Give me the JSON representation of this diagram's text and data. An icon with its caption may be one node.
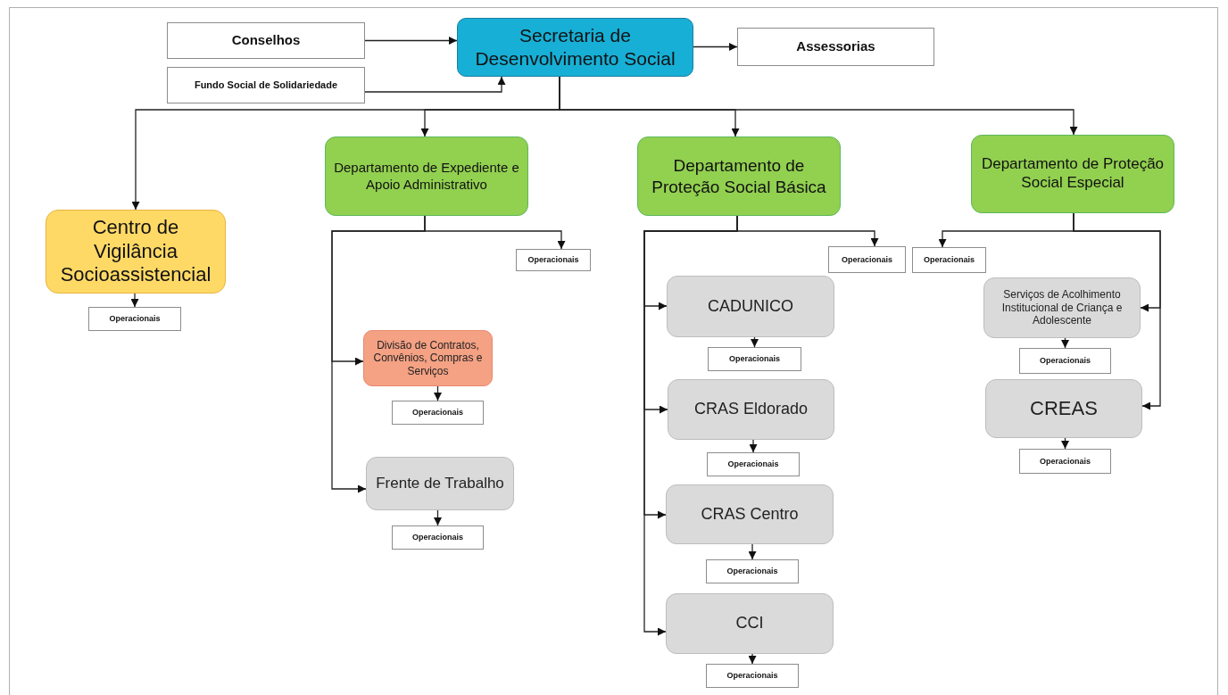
{
  "diagram": {
    "nodes": [
      {
        "text": [
          "Conselhos"
        ]
      },
      {
        "text": [
          "Fundo Social de Solidariedade"
        ]
      },
      {
        "text": [
          "Secretaria de Desenvolvimento Social"
        ]
      },
      {
        "text": [
          "Assessorias"
        ]
      },
      {
        "text": [
          "Centro de Vigilância Socioassistencial"
        ]
      },
      {
        "text": [
          "Operacionais"
        ]
      },
      {
        "text": [
          "Departamento de Expediente e Apoio Administrativo"
        ]
      },
      {
        "text": [
          "Operacionais"
        ]
      },
      {
        "text": [
          "Divisão de Contratos, Convênios, Compras e Serviços"
        ]
      },
      {
        "text": [
          "Operacionais"
        ]
      },
      {
        "text": [
          "Frente de Trabalho"
        ]
      },
      {
        "text": [
          "Operacionais"
        ]
      },
      {
        "text": [
          "Departamento de Proteção Social Básica"
        ]
      },
      {
        "text": [
          "Operacionais"
        ]
      },
      {
        "text": [
          "CADUNICO"
        ]
      },
      {
        "text": [
          "Operacionais"
        ]
      },
      {
        "text": [
          "CRAS Eldorado"
        ]
      },
      {
        "text": [
          "Operacionais"
        ]
      },
      {
        "text": [
          "CRAS Centro"
        ]
      },
      {
        "text": [
          "Operacionais"
        ]
      },
      {
        "text": [
          "CCI"
        ]
      },
      {
        "text": [
          "Operacionais"
        ]
      },
      {
        "text": [
          "Departamento de Proteção Social Especial"
        ]
      },
      {
        "text": [
          "Operacionais"
        ]
      },
      {
        "text": [
          "Serviços de Acolhimento Institucional de Criança e Adolescente"
        ]
      },
      {
        "text": [
          "Operacionais"
        ]
      },
      {
        "text": [
          "CREAS"
        ]
      },
      {
        "text": [
          "Operacionais"
        ]
      }
    ],
    "edges": [
      {
        "from": 0,
        "to": 2,
        "arrow": "to"
      },
      {
        "from": 1,
        "to": 2,
        "arrow": "to"
      },
      {
        "from": 2,
        "to": 3,
        "arrow": "to"
      },
      {
        "from": 2,
        "to": 4,
        "arrow": "to"
      },
      {
        "from": 2,
        "to": 6,
        "arrow": "to"
      },
      {
        "from": 2,
        "to": 12,
        "arrow": "to"
      },
      {
        "from": 2,
        "to": 22,
        "arrow": "to"
      },
      {
        "from": 4,
        "to": 5,
        "arrow": "to"
      },
      {
        "from": 6,
        "to": 7,
        "arrow": "to"
      },
      {
        "from": 6,
        "to": 8,
        "arrow": "to"
      },
      {
        "from": 6,
        "to": 10,
        "arrow": "to"
      },
      {
        "from": 8,
        "to": 9,
        "arrow": "to"
      },
      {
        "from": 10,
        "to": 11,
        "arrow": "to"
      },
      {
        "from": 12,
        "to": 13,
        "arrow": "to"
      },
      {
        "from": 12,
        "to": 14,
        "arrow": "to"
      },
      {
        "from": 12,
        "to": 16,
        "arrow": "to"
      },
      {
        "from": 12,
        "to": 18,
        "arrow": "to"
      },
      {
        "from": 12,
        "to": 20,
        "arrow": "to"
      },
      {
        "from": 14,
        "to": 15,
        "arrow": "to"
      },
      {
        "from": 16,
        "to": 17,
        "arrow": "to"
      },
      {
        "from": 18,
        "to": 19,
        "arrow": "to"
      },
      {
        "from": 20,
        "to": 21,
        "arrow": "to"
      },
      {
        "from": 22,
        "to": 23,
        "arrow": "to"
      },
      {
        "from": 22,
        "to": 24,
        "arrow": "to"
      },
      {
        "from": 22,
        "to": 26,
        "arrow": "to"
      },
      {
        "from": 24,
        "to": 25,
        "arrow": "to"
      },
      {
        "from": 26,
        "to": 27,
        "arrow": "to"
      }
    ]
  }
}
